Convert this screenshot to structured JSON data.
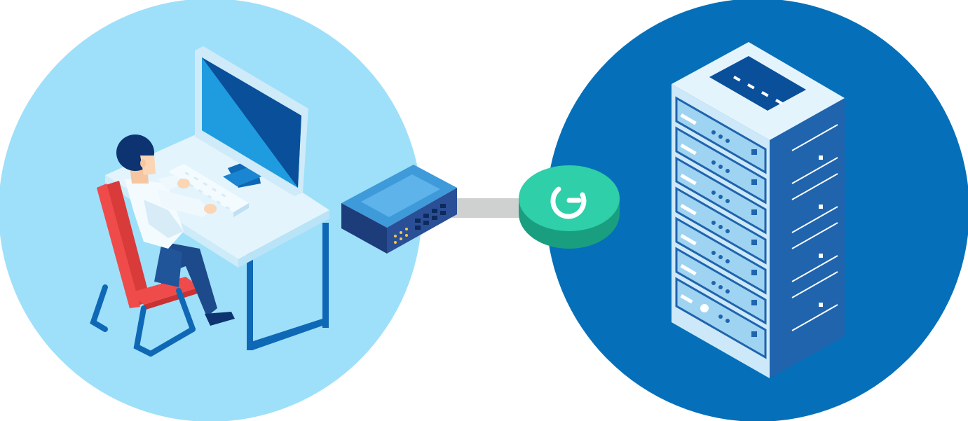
{
  "illustration": {
    "left_scene": {
      "items": [
        "user-at-desk",
        "computer-monitor",
        "keyboard",
        "office-chair",
        "network-switch"
      ]
    },
    "connector": {
      "icon": "power-icon"
    },
    "right_scene": {
      "items": [
        "server-rack"
      ]
    }
  },
  "colors": {
    "left_circle": "#9ee0f9",
    "right_circle": "#0570b9",
    "cable": "#cfd0d0",
    "power_button": "#2ecfa9",
    "power_button_side": "#1a9e80",
    "chair": "#f04b4b",
    "desk_top": "#e3f4fc",
    "desk_legs": "#0f68b5",
    "monitor_screen_dark": "#0a4f9a",
    "monitor_screen_light": "#1f9ce0",
    "switch_top": "#3f9ad9",
    "switch_front": "#2a4f96",
    "server_front": "#9fd3f2",
    "server_side": "#1f64ad",
    "server_shadow": "#034a92"
  }
}
